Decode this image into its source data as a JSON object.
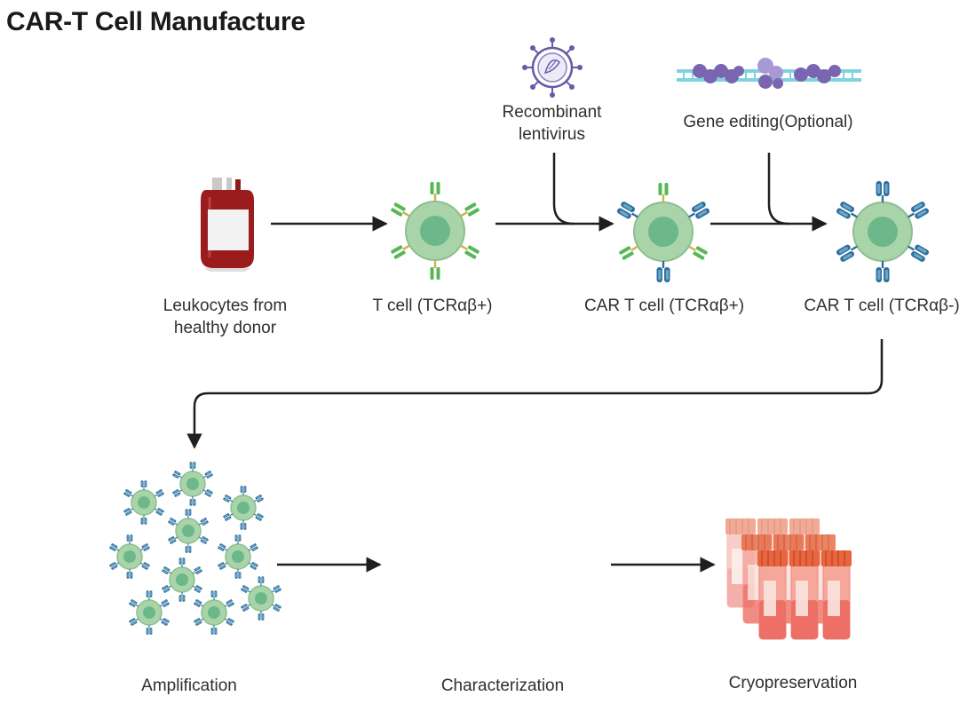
{
  "title": "CAR-T Cell Manufacture",
  "labels": {
    "leukocytes": "Leukocytes from\nhealthy donor",
    "t_cell": "T cell (TCRαβ+)",
    "car_t_pos": "CAR T cell (TCRαβ+)",
    "car_t_neg": "CAR T cell (TCRαβ-)",
    "lentivirus": "Recombinant\nlentivirus",
    "gene_editing": "Gene editing(Optional)",
    "amplification": "Amplification",
    "characterization": "Characterization",
    "cryopreservation": "Cryopreservation"
  },
  "colors": {
    "cell_fill": "#a9d4a9",
    "cell_nucleus": "#6cb88a",
    "tcr_green": "#55b855",
    "car_blue": "#2e6f9a",
    "blood": "#9b1c1c",
    "virus": "#6a5aa8",
    "dna": "#7fd3e0",
    "protein": "#7a66b0",
    "tube": "#f0766a",
    "cap": "#e8653d",
    "arrow": "#1f1f1f"
  },
  "icons": {
    "blood_bag": "blood-bag-icon",
    "virus": "lentivirus-icon",
    "gene_edit": "gene-editing-icon",
    "cell": "cell-icon",
    "vials": "vials-icon"
  }
}
